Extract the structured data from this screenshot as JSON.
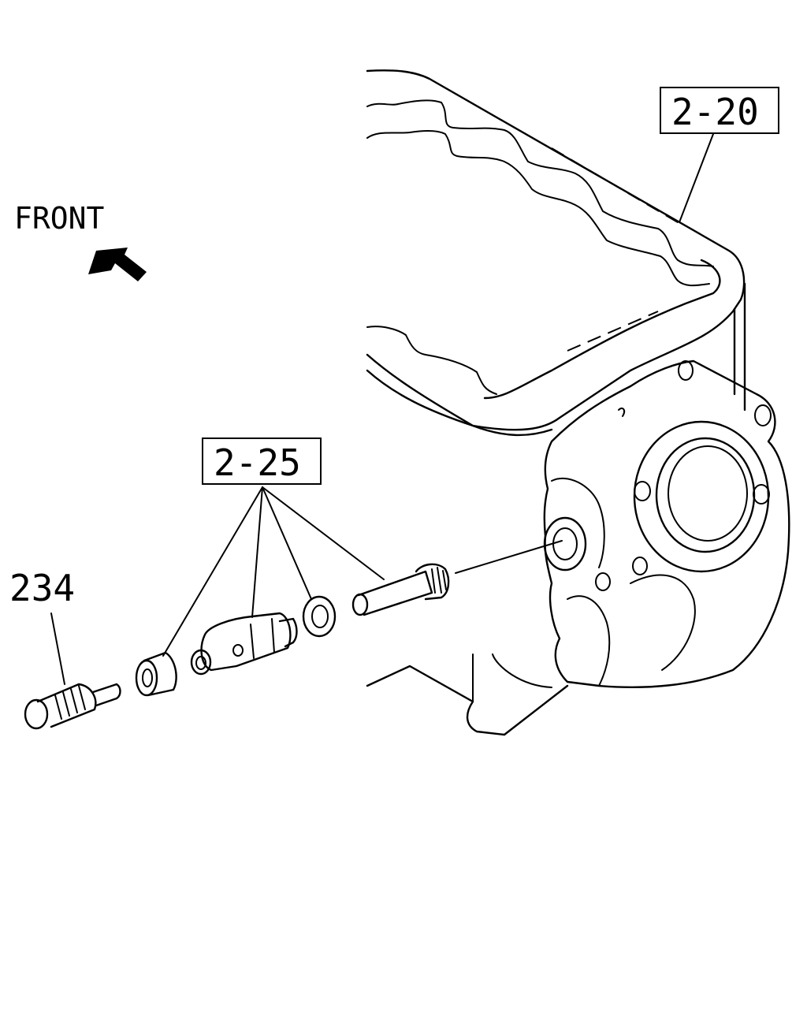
{
  "labels": {
    "front": "FRONT",
    "ref_upper": "2-20",
    "ref_lower": "2-25",
    "part_number": "234"
  },
  "icons": {
    "direction": "front-arrow-icon"
  }
}
